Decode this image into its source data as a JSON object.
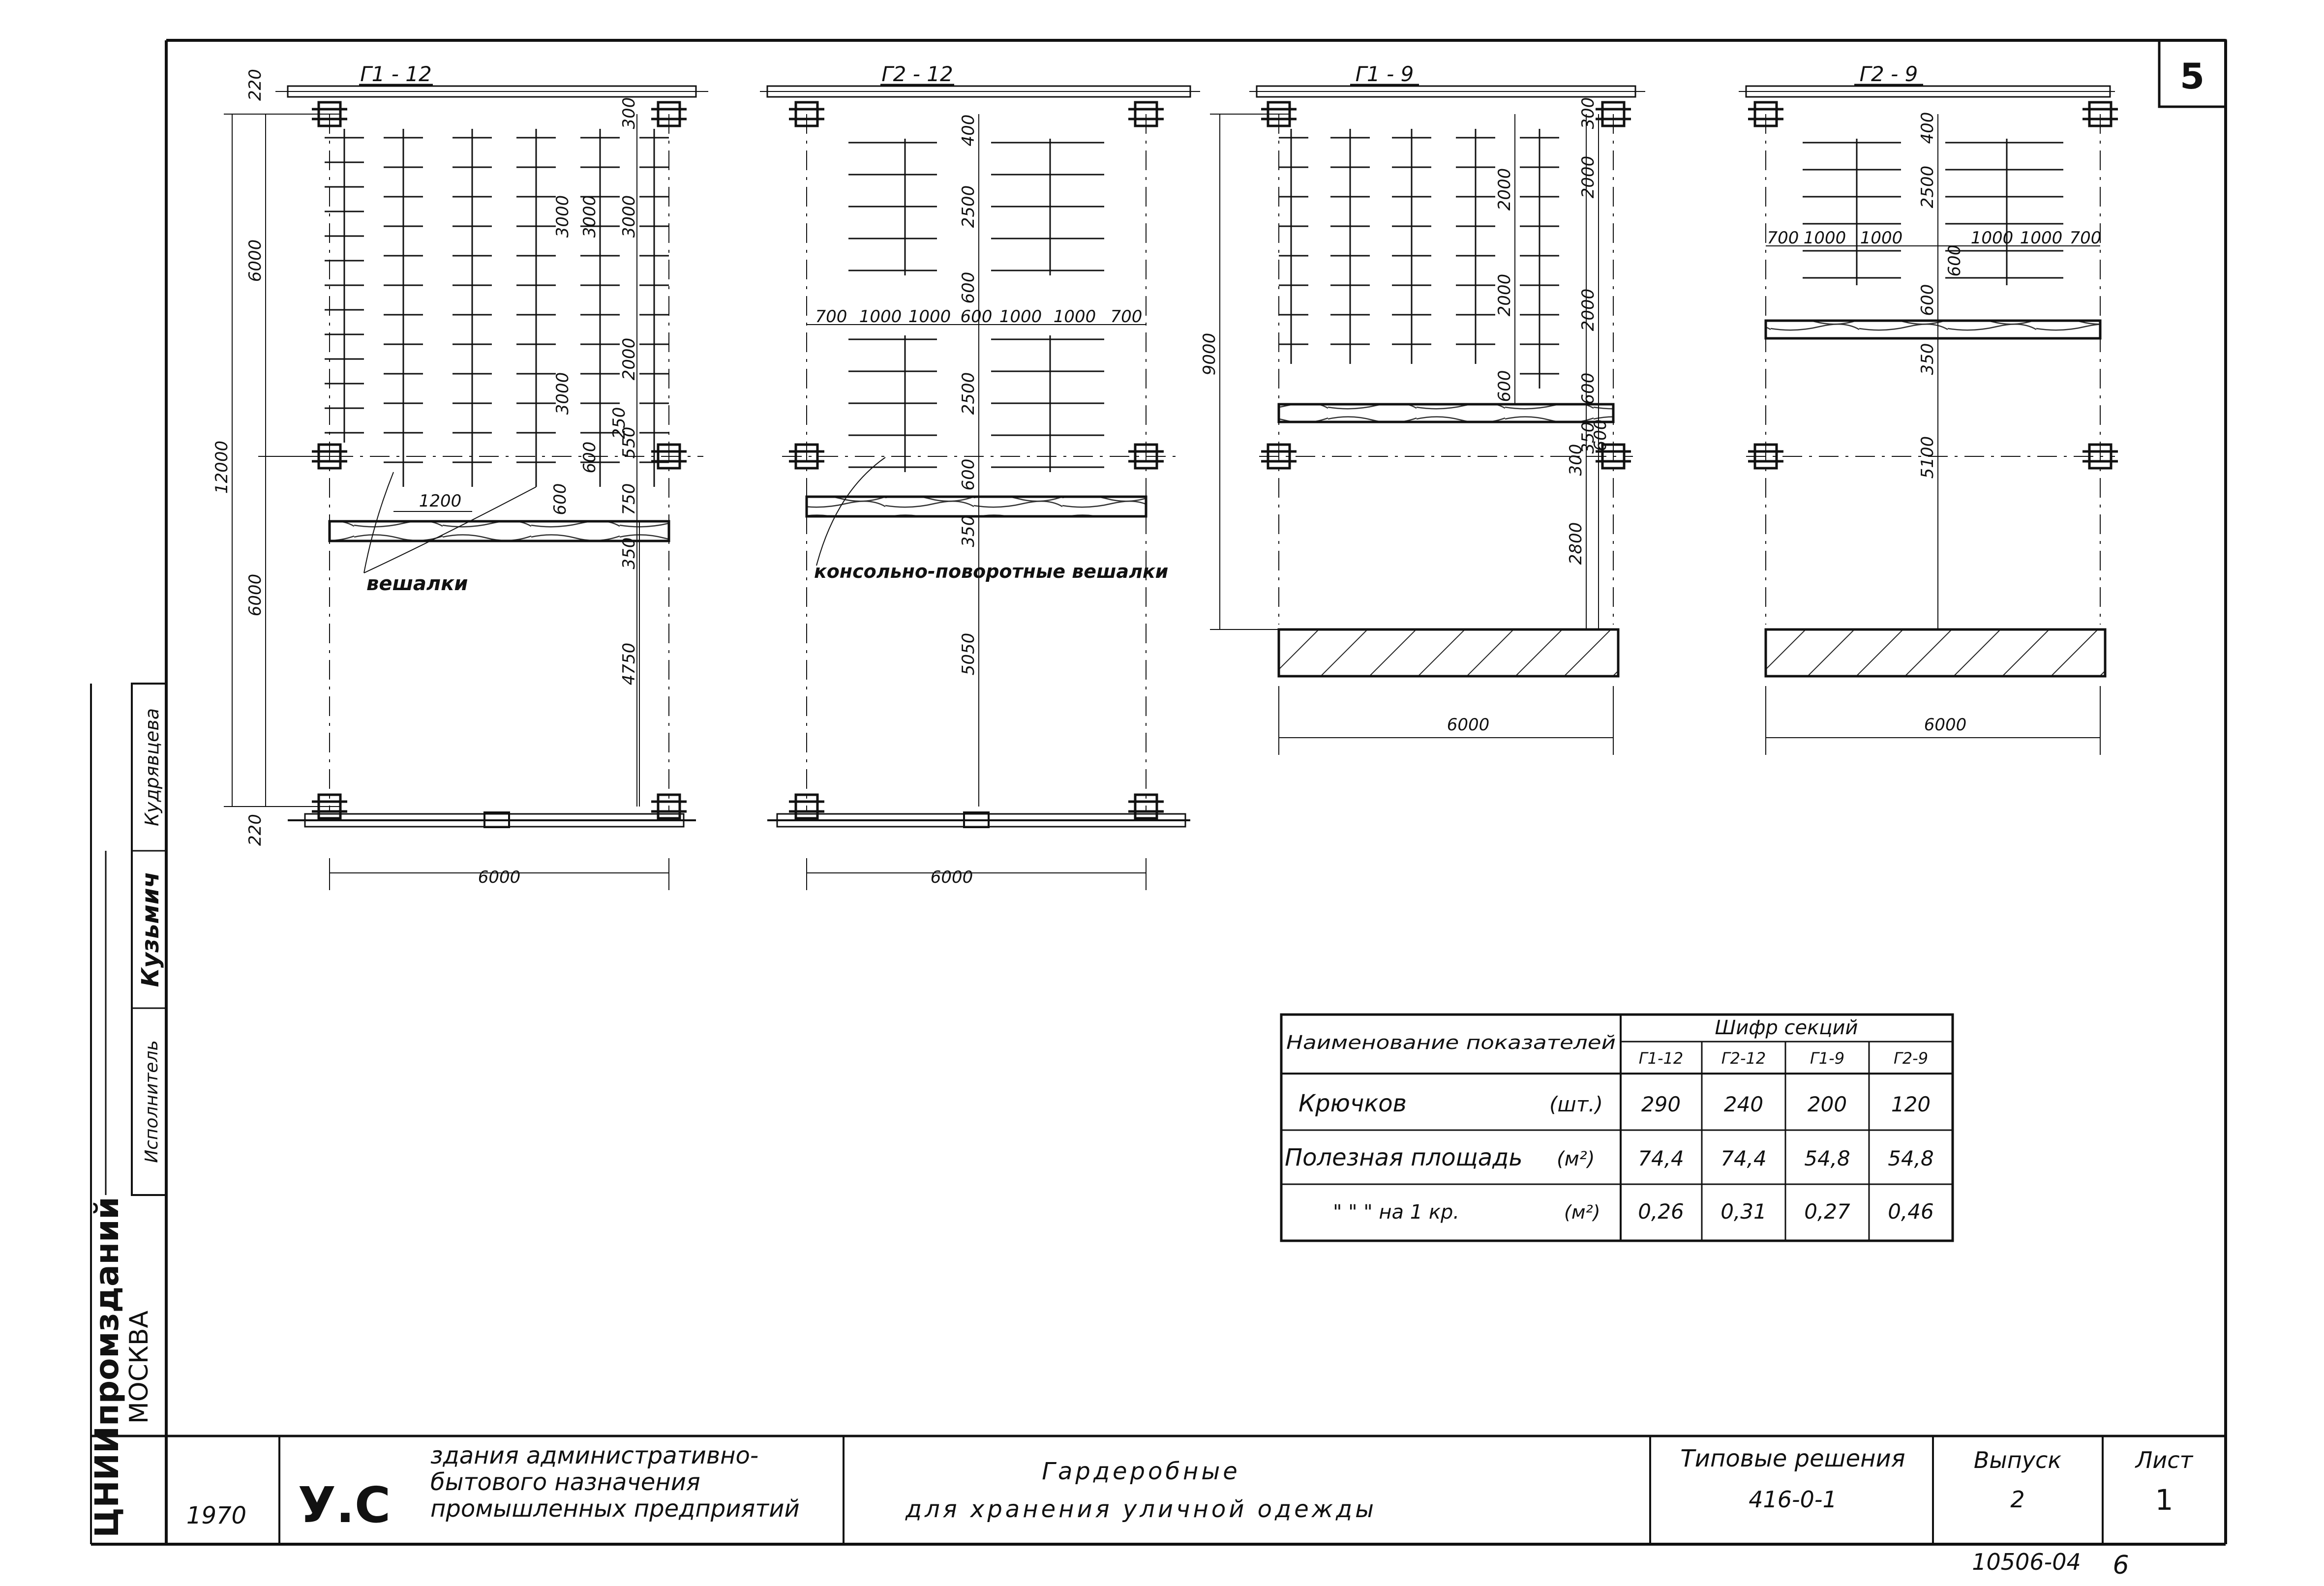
{
  "sheet_number": "5",
  "plans": [
    {
      "id": "g1-12",
      "title": "Г1 - 12",
      "dims": {
        "top_edge": "220",
        "bottom_edge": "220",
        "left_total": "12000",
        "left_upper": "6000",
        "left_lower": "6000",
        "width": "6000",
        "spacing": "1200",
        "right_a": "300",
        "right_b": "3000",
        "right_c": "3000",
        "right_d": "2000",
        "right_e": "600",
        "right_f": "750",
        "right_g": "350",
        "right_h": "4750",
        "inner_a": "3000",
        "inner_b": "3000",
        "inner_c": "600",
        "inner_d": "550",
        "inner_e": "250"
      },
      "callout": "вешалки"
    },
    {
      "id": "g2-12",
      "title": "Г2 - 12",
      "dims": {
        "row_widths": [
          "700",
          "1000",
          "1000",
          "600",
          "1000",
          "1000",
          "700"
        ],
        "col_a": "400",
        "col_b": "2500",
        "col_c": "600",
        "col_d": "2500",
        "col_e": "600",
        "col_f": "350",
        "col_g": "5050",
        "width": "6000"
      },
      "callout": "консольно-поворотные вешалки"
    },
    {
      "id": "g1-9",
      "title": "Г1 - 9",
      "dims": {
        "left_total": "9000",
        "right_a": "300",
        "right_b": "2000",
        "right_c": "2000",
        "right_d": "600",
        "right_e": "300",
        "right_f": "350",
        "right_g": "2800",
        "inner_a": "2000",
        "inner_b": "2000",
        "inner_c": "600",
        "inner_d": "600",
        "width": "6000"
      }
    },
    {
      "id": "g2-9",
      "title": "Г2 - 9",
      "dims": {
        "row_widths": [
          "700",
          "1000",
          "1000",
          "1000",
          "1000",
          "700"
        ],
        "col_a": "400",
        "col_b": "2500",
        "col_c": "600",
        "col_d": "600",
        "col_e": "350",
        "col_f": "5100",
        "width": "6000"
      }
    }
  ],
  "table": {
    "header_label": "Наименование показателей",
    "header_group": "Шифр секций",
    "columns": [
      "Г1-12",
      "Г2-12",
      "Г1-9",
      "Г2-9"
    ],
    "rows": [
      {
        "label": "Крючков",
        "unit": "(шт.)",
        "values": [
          "290",
          "240",
          "200",
          "120"
        ]
      },
      {
        "label": "Полезная площадь",
        "unit": "(м²)",
        "values": [
          "74,4",
          "74,4",
          "54,8",
          "54,8"
        ]
      },
      {
        "label": "\"   \"   \" на 1 кр.",
        "unit": "(м²)",
        "values": [
          "0,26",
          "0,31",
          "0,27",
          "0,46"
        ]
      }
    ]
  },
  "side_stamp": {
    "role": "Исполнитель",
    "signature": "Кузьмич",
    "name": "Кудрявцева",
    "org": "ЦНИИпромзданий",
    "city": "МОСКВА"
  },
  "title_block": {
    "year": "1970",
    "logo": "У.С",
    "subject": "здания административно-бытового назначения промышленных предприятий",
    "title_line1": "Гардеробные",
    "title_line2": "для хранения уличной одежды",
    "series_label": "Типовые решения",
    "series_code": "416-0-1",
    "issue_label": "Выпуск",
    "issue_value": "2",
    "sheet_label": "Лист",
    "sheet_value": "1"
  },
  "footer": {
    "doc_code": "10506-04",
    "page": "6"
  }
}
